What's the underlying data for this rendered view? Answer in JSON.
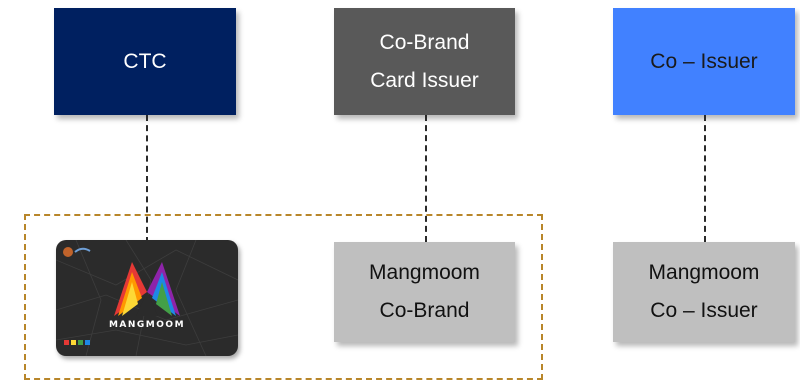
{
  "nodes": {
    "ctc": {
      "lines": [
        "CTC"
      ],
      "bg": "#002060",
      "fg": "#ffffff"
    },
    "cobrand_issuer": {
      "lines": [
        "Co-Brand",
        "Card Issuer"
      ],
      "bg": "#595959",
      "fg": "#ffffff"
    },
    "co_issuer": {
      "lines": [
        "Co – Issuer"
      ],
      "bg": "#4181ff",
      "fg": "#1a1a1a"
    },
    "mangmoom_cobrand": {
      "lines": [
        "Mangmoom",
        "Co-Brand"
      ],
      "bg": "#bfbfbf",
      "fg": "#111111"
    },
    "mangmoom_coissuer": {
      "lines": [
        "Mangmoom",
        "Co – Issuer"
      ],
      "bg": "#bfbfbf",
      "fg": "#111111"
    }
  },
  "card": {
    "brand_text": "MANGMOOM",
    "background": "#2b2b2b"
  },
  "group_border_color": "#b8862a",
  "connector_color": "#2a2a2a"
}
